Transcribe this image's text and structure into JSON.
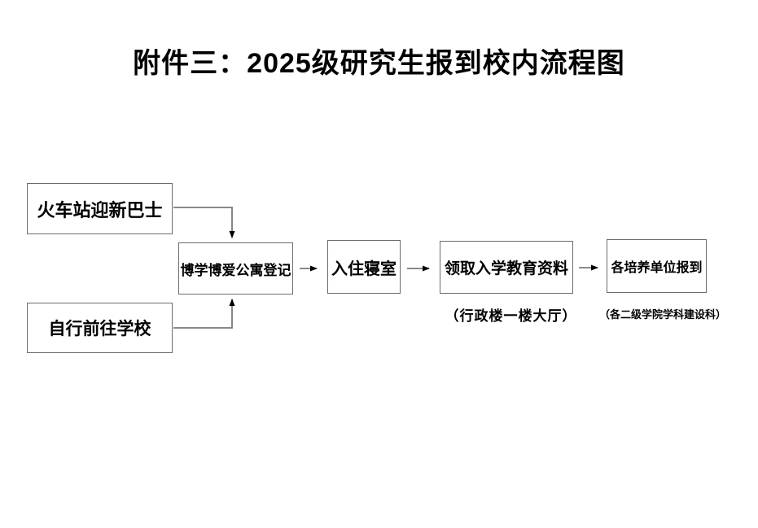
{
  "page": {
    "background": "#ffffff"
  },
  "title": {
    "text": "附件三：2025级研究生报到校内流程图"
  },
  "flowchart": {
    "nodes": [
      {
        "id": "train-bus",
        "label": "火车站迎新巴士"
      },
      {
        "id": "self-arrival",
        "label": "自行前往学校"
      },
      {
        "id": "apartment-registration",
        "label": "博学博爱公寓登记"
      },
      {
        "id": "dorm-check-in",
        "label": "入住寝室"
      },
      {
        "id": "materials",
        "label": "领取入学教育资料",
        "note": "（行政楼一楼大厅）"
      },
      {
        "id": "unit-report",
        "label": "各培养单位报到",
        "note": "（各二级学院学科建设科）"
      }
    ],
    "edges": [
      {
        "from": "train-bus",
        "to": "apartment-registration",
        "shape": "elbow-right-down"
      },
      {
        "from": "self-arrival",
        "to": "apartment-registration",
        "shape": "elbow-right-up"
      },
      {
        "from": "apartment-registration",
        "to": "dorm-check-in",
        "shape": "straight-right"
      },
      {
        "from": "dorm-check-in",
        "to": "materials",
        "shape": "straight-right"
      },
      {
        "from": "materials",
        "to": "unit-report",
        "shape": "straight-right"
      }
    ],
    "colors": {
      "box_border": "#6b6b6b",
      "connector_line": "#7a7a7a",
      "arrowhead": "#000000",
      "text": "#000000",
      "title_text": "#000000"
    }
  }
}
